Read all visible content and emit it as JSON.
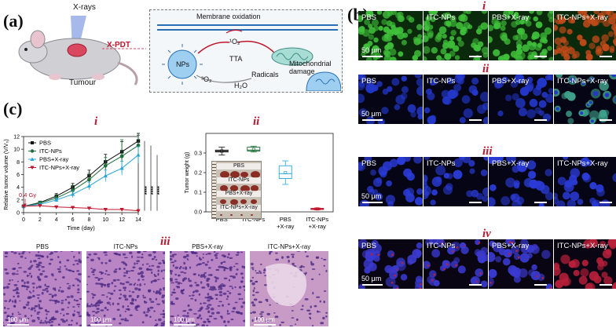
{
  "panels": {
    "a": "(a)",
    "b": "(b)",
    "c": "(c)"
  },
  "panel_a": {
    "xray_label": "X-rays",
    "tumour_label": "Tumour",
    "xpdt_label": "X-PDT",
    "membrane_label": "Membrane oxidation",
    "nps_label": "NPs",
    "singlet_label": "¹O₂",
    "tta_label": "TTA",
    "mito_label": "Mitochondrial damage",
    "triplet_label": "³O₂",
    "water_label": "H₂O",
    "radicals_label": "Radicals"
  },
  "panel_b": {
    "rows": [
      {
        "roman": "i",
        "colors": {
          "bg": "#0b2a0b",
          "cell": "#3fbf3a",
          "alt": "#c04a1a"
        }
      },
      {
        "roman": "ii",
        "colors": {
          "bg": "#050515",
          "cell": "#2337c9",
          "alt": "#3fa08a"
        }
      },
      {
        "roman": "iii",
        "colors": {
          "bg": "#050515",
          "cell": "#2a3bd6",
          "alt": "#2a3bd6"
        }
      },
      {
        "roman": "iv",
        "colors": {
          "bg": "#0a0512",
          "cell": "#3a3ad0",
          "alt": "#b8203a"
        }
      }
    ],
    "columns": [
      "PBS",
      "ITC-NPs",
      "PBS+X-ray",
      "ITC-NPs+X-ray"
    ],
    "scale_label": "50 μm"
  },
  "panel_c": {
    "roman_i": "i",
    "roman_ii": "ii",
    "roman_iii": "iii",
    "dose_label": "0.4 Gy",
    "significance": [
      "****",
      "****",
      "****"
    ],
    "he_titles": [
      "PBS",
      "ITC-NPs",
      "PBS+X-ray",
      "ITC-NPs+X-ray"
    ],
    "he_scale": "100 μm",
    "photo_labels": [
      "PBS",
      "ITC-NPs",
      "PBS+X-ray",
      "ITC-NPs+X-ray"
    ],
    "colors": {
      "pbs": "#111111",
      "itc": "#1f6f3a",
      "pbsx": "#2aa6d6",
      "itcx": "#c0162c"
    }
  },
  "chart_data": [
    {
      "type": "line",
      "xlabel": "Time (day)",
      "ylabel": "Relative tumor volume (V/V₀)",
      "x": [
        0,
        2,
        4,
        6,
        8,
        10,
        12,
        14
      ],
      "xlim": [
        0,
        14
      ],
      "ylim": [
        0,
        12
      ],
      "xticks": [
        0,
        2,
        4,
        6,
        8,
        10,
        12,
        14
      ],
      "yticks": [
        0,
        2,
        4,
        6,
        8,
        10,
        12
      ],
      "legend": "top-left",
      "series": [
        {
          "name": "PBS",
          "values": [
            1.0,
            1.6,
            2.6,
            4.0,
            5.8,
            8.0,
            9.6,
            11.3
          ],
          "err": [
            0.1,
            0.2,
            0.4,
            0.6,
            0.9,
            1.2,
            1.6,
            1.2
          ],
          "marker": "square"
        },
        {
          "name": "ITC-NPs",
          "values": [
            1.0,
            1.5,
            2.3,
            3.5,
            5.2,
            7.4,
            8.9,
            10.6
          ],
          "err": [
            0.1,
            0.3,
            0.5,
            0.8,
            1.0,
            1.3,
            2.6,
            1.6
          ],
          "marker": "circle"
        },
        {
          "name": "PBS+X-ray",
          "values": [
            1.0,
            1.3,
            2.0,
            2.9,
            4.2,
            5.8,
            7.0,
            9.1
          ],
          "err": [
            0.1,
            0.2,
            0.3,
            0.5,
            0.6,
            0.9,
            1.1,
            1.3
          ],
          "marker": "triangle-up"
        },
        {
          "name": "ITC-NPs+X-ray",
          "values": [
            1.0,
            1.1,
            0.9,
            0.8,
            0.7,
            0.5,
            0.5,
            0.3
          ],
          "err": [
            0.1,
            0.1,
            0.1,
            0.1,
            0.1,
            0.1,
            0.1,
            0.05
          ],
          "marker": "triangle-down"
        }
      ]
    },
    {
      "type": "box",
      "ylabel": "Tumor weight (g)",
      "ylim": [
        0,
        0.4
      ],
      "yticks": [
        0.0,
        0.1,
        0.2,
        0.3
      ],
      "categories": [
        "PBS",
        "ITC-NPs",
        "PBS +X-ray",
        "ITC-NPs +X-ray"
      ],
      "boxes": [
        {
          "min": 0.29,
          "q1": 0.305,
          "median": 0.31,
          "q3": 0.315,
          "max": 0.33,
          "mean": 0.31
        },
        {
          "min": 0.305,
          "q1": 0.31,
          "median": 0.315,
          "q3": 0.33,
          "max": 0.335,
          "mean": 0.318
        },
        {
          "min": 0.14,
          "q1": 0.17,
          "median": 0.195,
          "q3": 0.235,
          "max": 0.26,
          "mean": 0.2
        },
        {
          "min": 0.01,
          "q1": 0.012,
          "median": 0.015,
          "q3": 0.018,
          "max": 0.02,
          "mean": 0.015
        }
      ]
    }
  ]
}
